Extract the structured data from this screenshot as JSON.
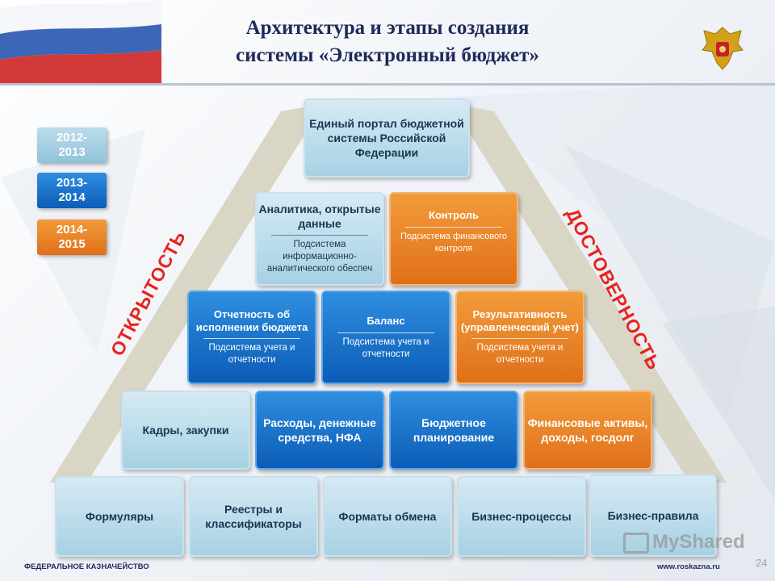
{
  "title_line1": "Архитектура и этапы создания",
  "title_line2": "системы «Электронный бюджет»",
  "legend": {
    "year1": "2012-\n2013",
    "year2": "2013-\n2014",
    "year3": "2014-\n2015",
    "colors": {
      "year1": "#a7d1e4",
      "year2": "#0b5cb6",
      "year3": "#e0701a"
    }
  },
  "left_arrow_label": "ОТКРЫТОСТЬ",
  "right_arrow_label": "ДОСТОВЕРНОСТЬ",
  "portal": "Единый портал бюджетной системы Российской Федерации",
  "row2": {
    "analytics_title": "Аналитика, открытые данные",
    "analytics_sub": "Подсистема информационно-аналитического обеспеч",
    "control_title": "Контроль",
    "control_sub": "Подсистема финансового контроля"
  },
  "row3": {
    "reporting_title": "Отчетность об исполнении бюджета",
    "reporting_sub": "Подсистема учета и отчетности",
    "balance_title": "Баланс",
    "balance_sub": "Подсистема учета и отчетности",
    "results_title": "Результативность (управленческий учет)",
    "results_sub": "Подсистема учета и отчетности"
  },
  "row4": {
    "personnel": "Кадры, закупки",
    "expenses": "Расходы, денежные средства, НФА",
    "planning": "Бюджетное планирование",
    "assets": "Финансовые активы, доходы, госдолг"
  },
  "row5": {
    "forms": "Формуляры",
    "registries": "Реестры и классификаторы",
    "formats": "Форматы обмена",
    "processes": "Бизнес-процессы",
    "rules": "Бизнес-правила"
  },
  "footer_left": "ФЕДЕРАЛЬНОЕ КАЗНАЧЕЙСТВО",
  "footer_right": "www.roskazna.ru",
  "page_number": "24",
  "watermark": "MyShared"
}
